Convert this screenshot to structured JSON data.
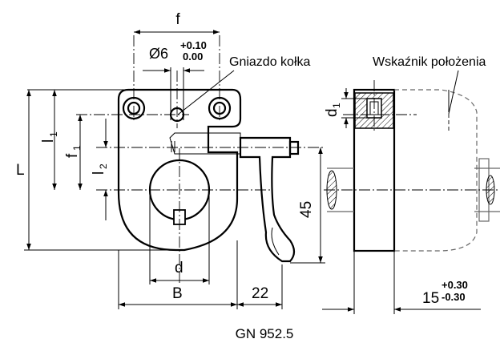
{
  "labels": {
    "f": "f",
    "hole": "Ø6",
    "tol_upper": "+0.10",
    "tol_lower": "0.00",
    "pin_socket": "Gniazdo kołka",
    "position_indicator": "Wskaźnik położenia",
    "L": "L",
    "l1": "l",
    "l1_sub": "1",
    "f1": "f",
    "f1_sub": "1",
    "l2": "l",
    "l2_sub": "2",
    "dim45": "45",
    "d": "d",
    "B": "B",
    "dim22": "22",
    "d1": "d",
    "d1_sub": "1",
    "width": "15",
    "width_tol_upper": "+0.30",
    "width_tol_lower": "-0.30",
    "part_number": "GN 952.5"
  }
}
